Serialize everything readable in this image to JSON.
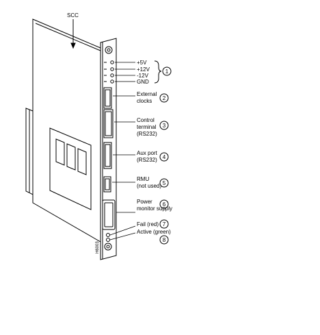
{
  "diagram": {
    "board_label": "SCC",
    "part_number": "H6003",
    "voltages": [
      "+5V",
      "+12V",
      "-12V",
      "GND"
    ],
    "callouts": [
      {
        "num": "1",
        "lines": []
      },
      {
        "num": "2",
        "lines": [
          "External",
          "clocks"
        ]
      },
      {
        "num": "3",
        "lines": [
          "Control",
          "terminal",
          "(RS232)"
        ]
      },
      {
        "num": "4",
        "lines": [
          "Aux port",
          "(RS232)"
        ]
      },
      {
        "num": "5",
        "lines": [
          "RMU",
          "(not used)"
        ]
      },
      {
        "num": "6",
        "lines": [
          "Power",
          "monitor supply"
        ]
      },
      {
        "num": "7",
        "lines": [
          "Fail (red)"
        ]
      },
      {
        "num": "8",
        "lines": [
          "Active (green)"
        ]
      }
    ]
  }
}
